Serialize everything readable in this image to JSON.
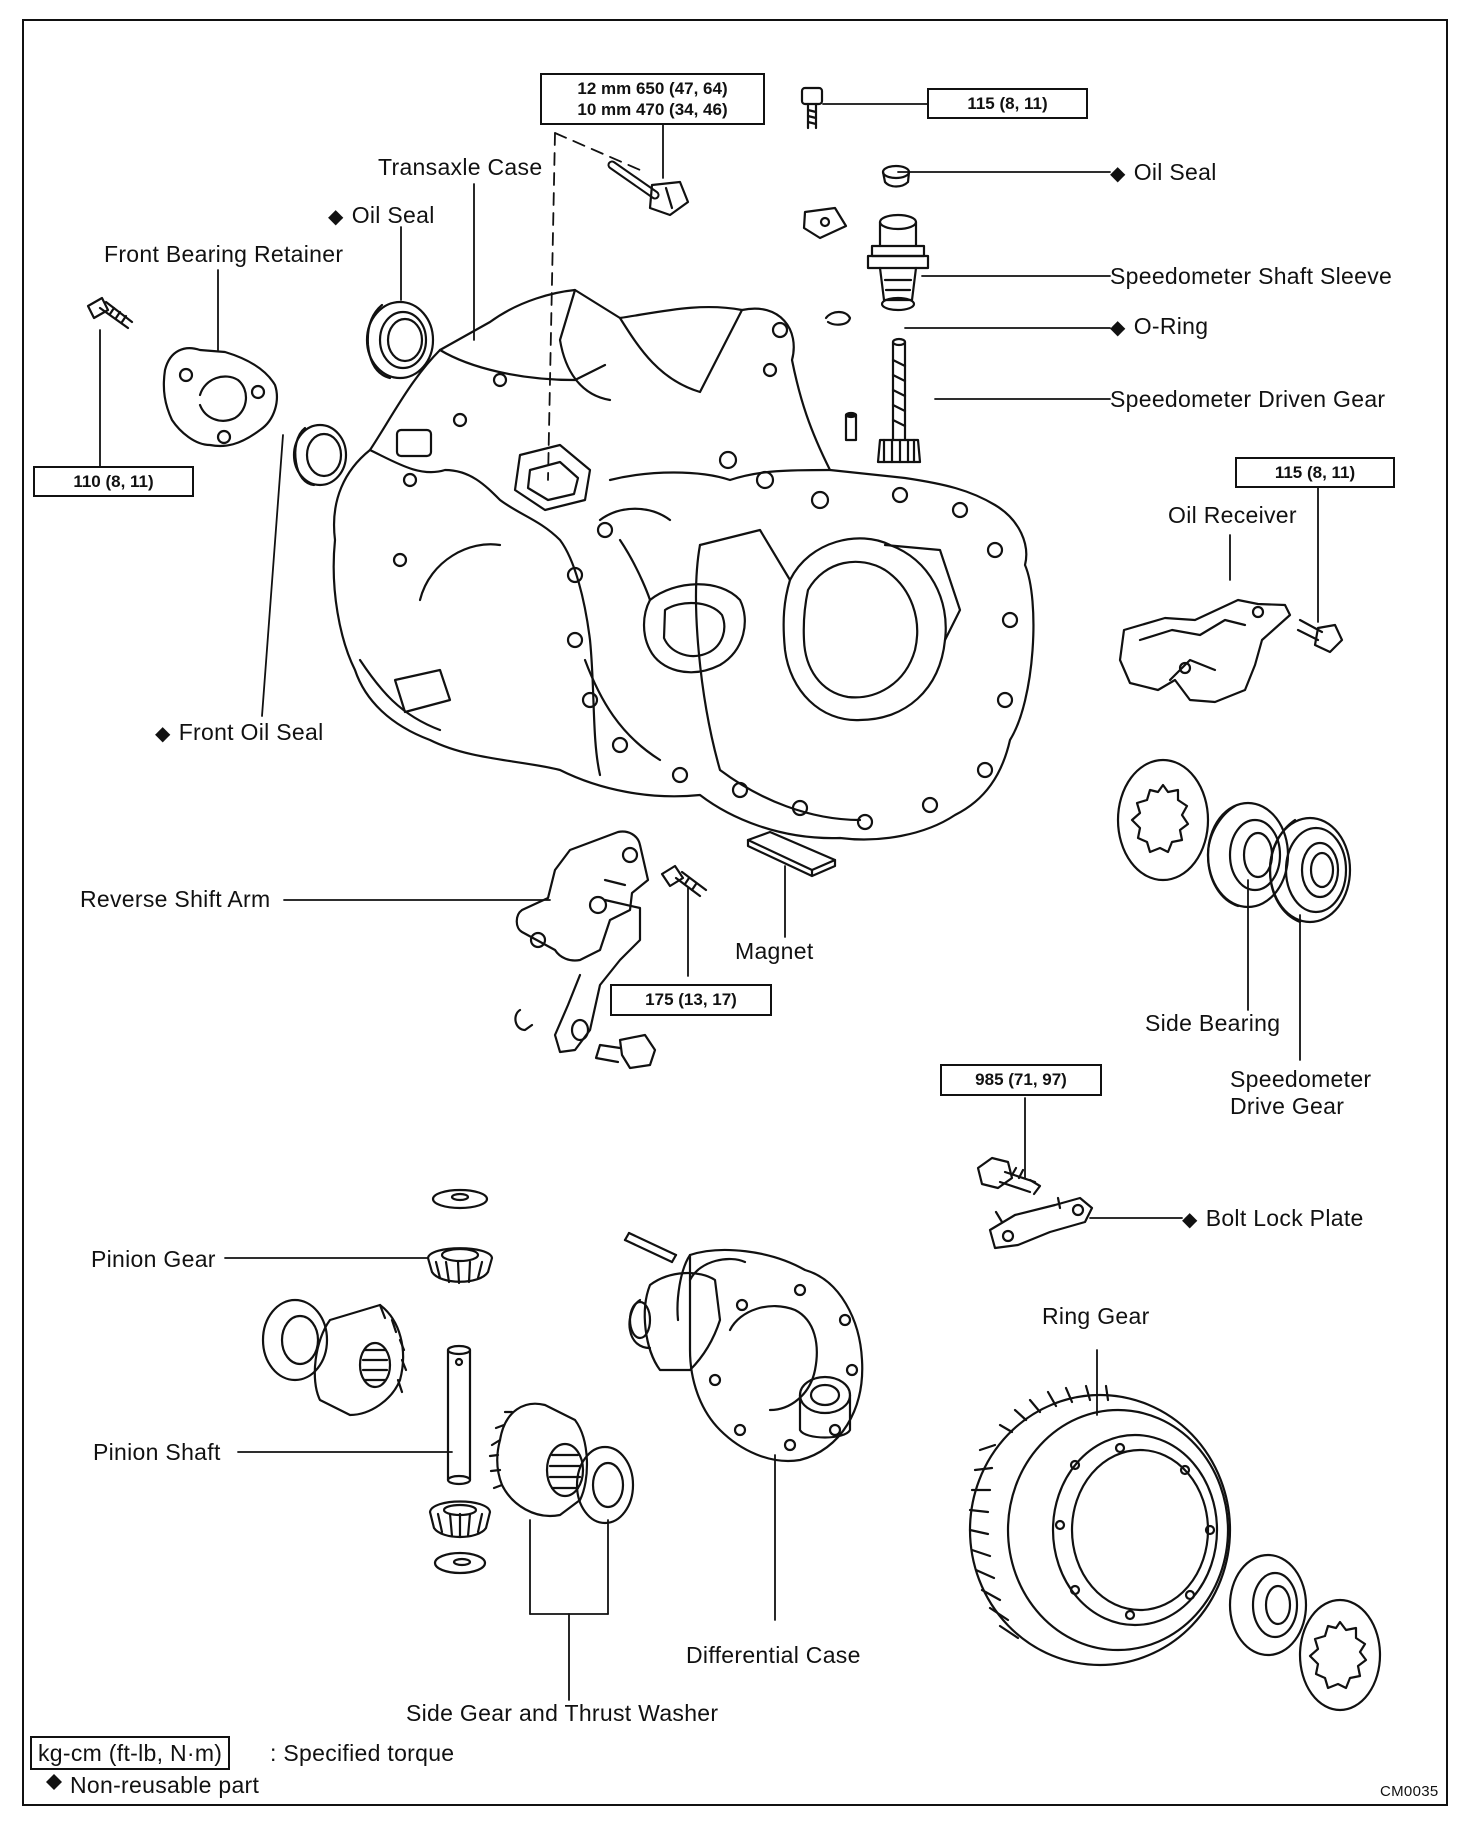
{
  "labels": {
    "transaxle_case": "Transaxle Case",
    "oil_seal_left": "Oil Seal",
    "front_bearing_retainer": "Front Bearing Retainer",
    "oil_seal_right": "Oil Seal",
    "speedometer_shaft_sleeve": "Speedometer Shaft Sleeve",
    "o_ring": "O-Ring",
    "speedometer_driven_gear": "Speedometer Driven Gear",
    "oil_receiver": "Oil Receiver",
    "front_oil_seal": "Front Oil Seal",
    "reverse_shift_arm": "Reverse Shift Arm",
    "magnet": "Magnet",
    "side_bearing": "Side Bearing",
    "speedometer_drive_gear_1": "Speedometer",
    "speedometer_drive_gear_2": "Drive Gear",
    "bolt_lock_plate": "Bolt Lock Plate",
    "pinion_gear": "Pinion Gear",
    "ring_gear": "Ring Gear",
    "pinion_shaft": "Pinion Shaft",
    "differential_case": "Differential Case",
    "side_gear_thrust_washer": "Side Gear and Thrust Washer"
  },
  "torque_boxes": {
    "case_bolts_line1": "12 mm 650 (47, 64)",
    "case_bolts_line2": "10 mm 470 (34, 46)",
    "top_bolt": "115 (8, 11)",
    "retainer_bolt": "110 (8, 11)",
    "oil_receiver_bolt": "115 (8, 11)",
    "shift_arm_bolt": "175 (13, 17)",
    "ring_gear_bolt": "985 (71, 97)"
  },
  "legend": {
    "torque_unit": "kg-cm (ft-lb, N·m)",
    "torque_desc": ": Specified torque",
    "nonreusable_symbol": "◆",
    "nonreusable_desc": "Non-reusable part"
  },
  "diamond_symbol": "◆",
  "figure_code": "CM0035"
}
